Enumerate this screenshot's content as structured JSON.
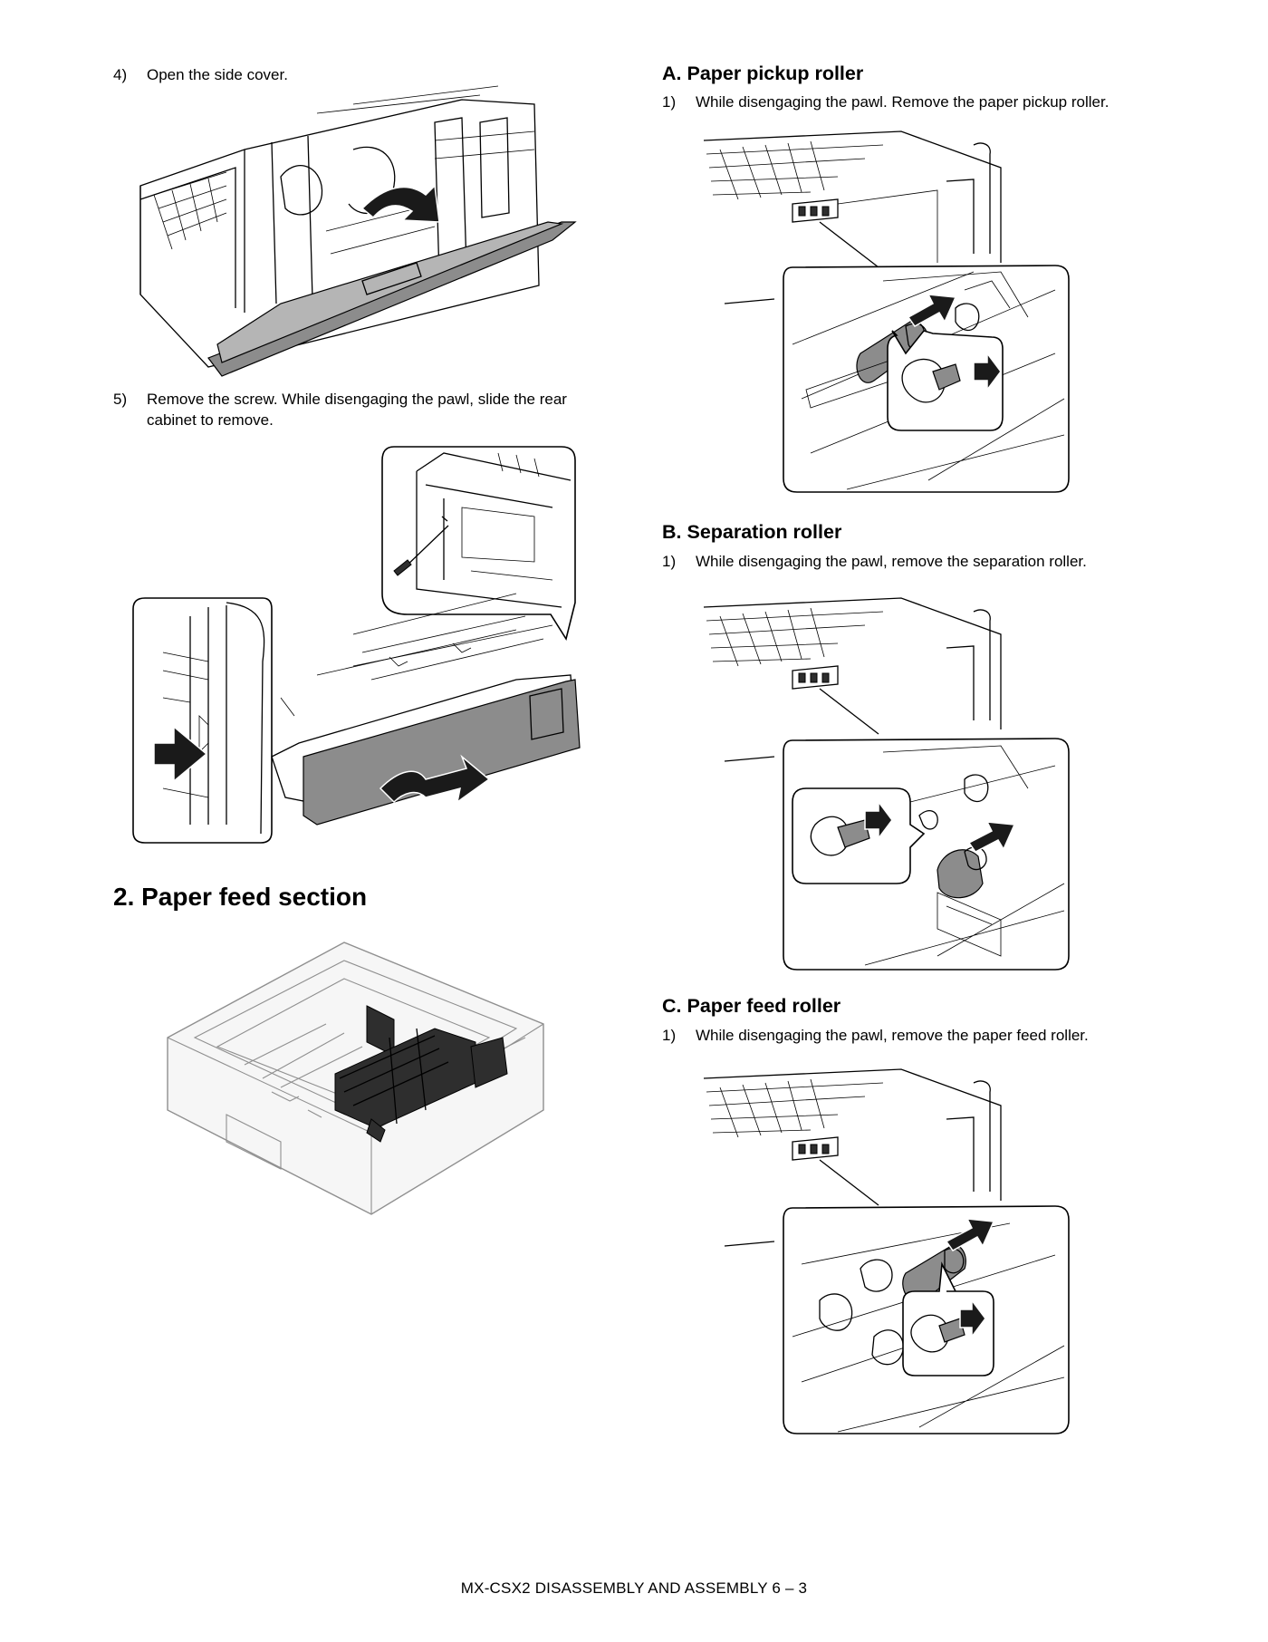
{
  "left_column": {
    "step4": {
      "number": "4)",
      "text": "Open the side cover."
    },
    "step5": {
      "number": "5)",
      "line1": "Remove the screw. While disengaging the pawl, slide the rear",
      "line2": "cabinet to remove."
    },
    "section_heading": "2.   Paper feed section"
  },
  "right_column": {
    "section_a": {
      "heading": "A.  Paper pickup roller",
      "step_number": "1)",
      "step_text": "While disengaging the pawl. Remove the paper pickup roller."
    },
    "section_b": {
      "heading": "B.  Separation roller",
      "step_number": "1)",
      "step_text": "While disengaging the pawl, remove the separation roller."
    },
    "section_c": {
      "heading": "C.  Paper feed roller",
      "step_number": "1)",
      "step_text": "While disengaging the pawl, remove the paper feed roller."
    }
  },
  "footer": "MX-CSX2  DISASSEMBLY AND ASSEMBLY  6 – 3"
}
